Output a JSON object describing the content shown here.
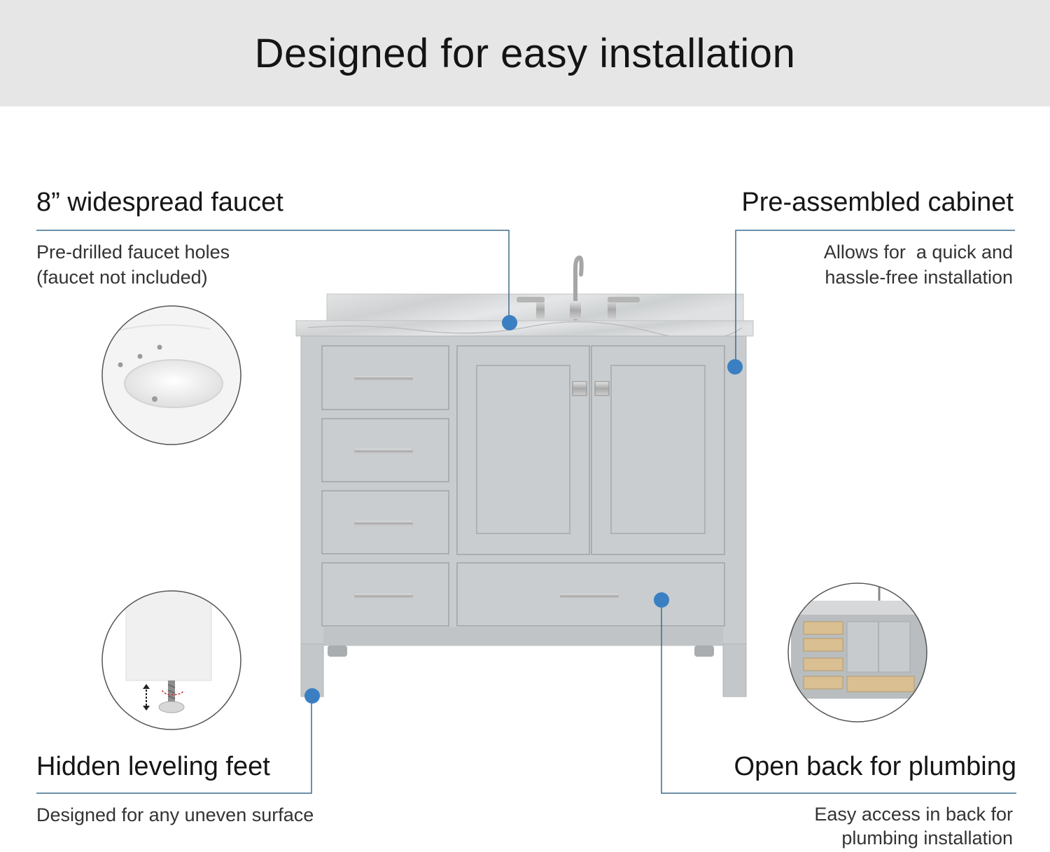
{
  "header": {
    "title": "Designed for easy installation"
  },
  "accent_color": "#3a7fc2",
  "line_color": "#3d6c8e",
  "cabinet_color": "#c7cbcd",
  "features": {
    "faucet": {
      "title": "8” widespread faucet",
      "desc": [
        "Pre-drilled faucet holes",
        "(faucet not included)"
      ]
    },
    "cabinet": {
      "title": "Pre-assembled cabinet",
      "desc": [
        "Allows for  a quick and",
        "hassle-free installation"
      ]
    },
    "feet": {
      "title": "Hidden leveling feet",
      "desc": [
        "Designed for any uneven surface"
      ]
    },
    "plumbing": {
      "title": "Open back for plumbing",
      "desc": [
        "Easy access in back for",
        "plumbing installation"
      ]
    }
  },
  "icons": [
    "vanity-product-image",
    "sink-closeup-image",
    "leveling-foot-closeup-image",
    "open-back-cabinet-image"
  ]
}
